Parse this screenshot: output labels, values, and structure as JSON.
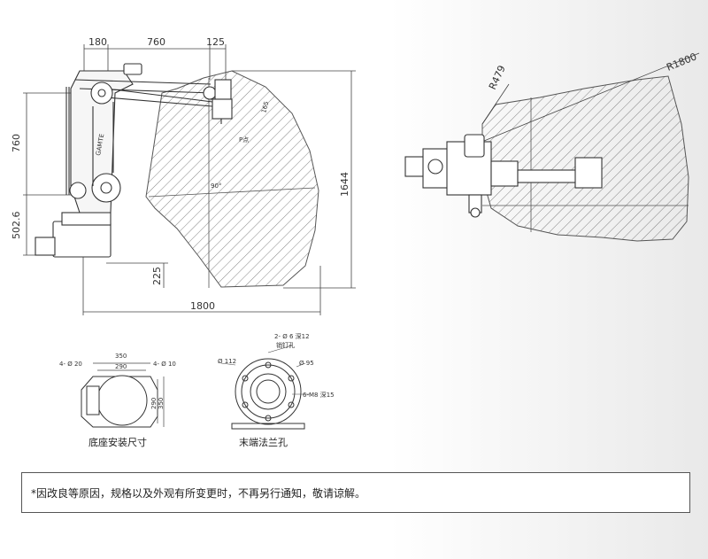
{
  "side_view": {
    "dims_top": [
      "180",
      "760",
      "125"
    ],
    "dim_left_upper": "760",
    "dim_left_lower": "502.6",
    "dim_right": "1644",
    "dim_bottom": "1800",
    "dim_base_offset": "225",
    "dim_small_165": "165",
    "point_label": "P点",
    "brand_label": "GAMTE",
    "angle_label": "90°"
  },
  "top_view": {
    "radius_inner": "R479",
    "radius_outer": "R1800"
  },
  "base_mount": {
    "label_holes_left": "4- Ø 20",
    "label_holes_right": "4- Ø 10",
    "dim_350_top": "350",
    "dim_290": "290",
    "dim_290_v": "290",
    "dim_350_v": "350",
    "caption": "底座安装尺寸"
  },
  "flange": {
    "label_pin": "2- Ø 6 深12",
    "label_pin2": "销钉孔",
    "label_d112": "Ø 112",
    "label_d95": "Ø 95",
    "label_m8": "6-M8 深15",
    "caption": "末端法兰孔"
  },
  "footnote": "*因改良等原因，规格以及外观有所变更时，不再另行通知，敬请谅解。"
}
